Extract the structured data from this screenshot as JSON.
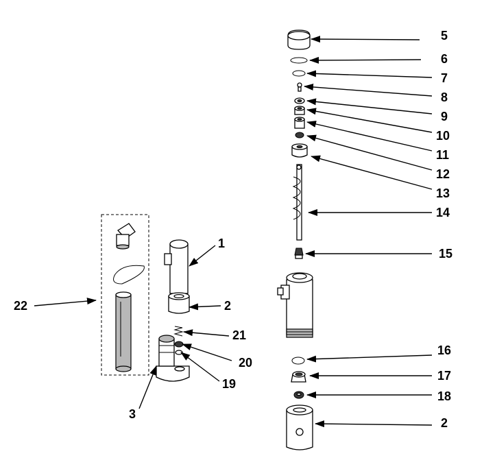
{
  "diagram": {
    "callouts": [
      {
        "id": "c5",
        "text": "5"
      },
      {
        "id": "c6",
        "text": "6"
      },
      {
        "id": "c7",
        "text": "7"
      },
      {
        "id": "c8",
        "text": "8"
      },
      {
        "id": "c9",
        "text": "9"
      },
      {
        "id": "c10",
        "text": "10"
      },
      {
        "id": "c11",
        "text": "11"
      },
      {
        "id": "c12",
        "text": "12"
      },
      {
        "id": "c13",
        "text": "13"
      },
      {
        "id": "c14",
        "text": "14"
      },
      {
        "id": "c15",
        "text": "15"
      },
      {
        "id": "c16",
        "text": "16"
      },
      {
        "id": "c17",
        "text": "17"
      },
      {
        "id": "c18",
        "text": "18"
      },
      {
        "id": "c2b",
        "text": "2"
      },
      {
        "id": "c1",
        "text": "1"
      },
      {
        "id": "c2a",
        "text": "2"
      },
      {
        "id": "c21",
        "text": "21"
      },
      {
        "id": "c20",
        "text": "20"
      },
      {
        "id": "c19",
        "text": "19"
      },
      {
        "id": "c3",
        "text": "3"
      },
      {
        "id": "c22",
        "text": "22"
      }
    ]
  }
}
